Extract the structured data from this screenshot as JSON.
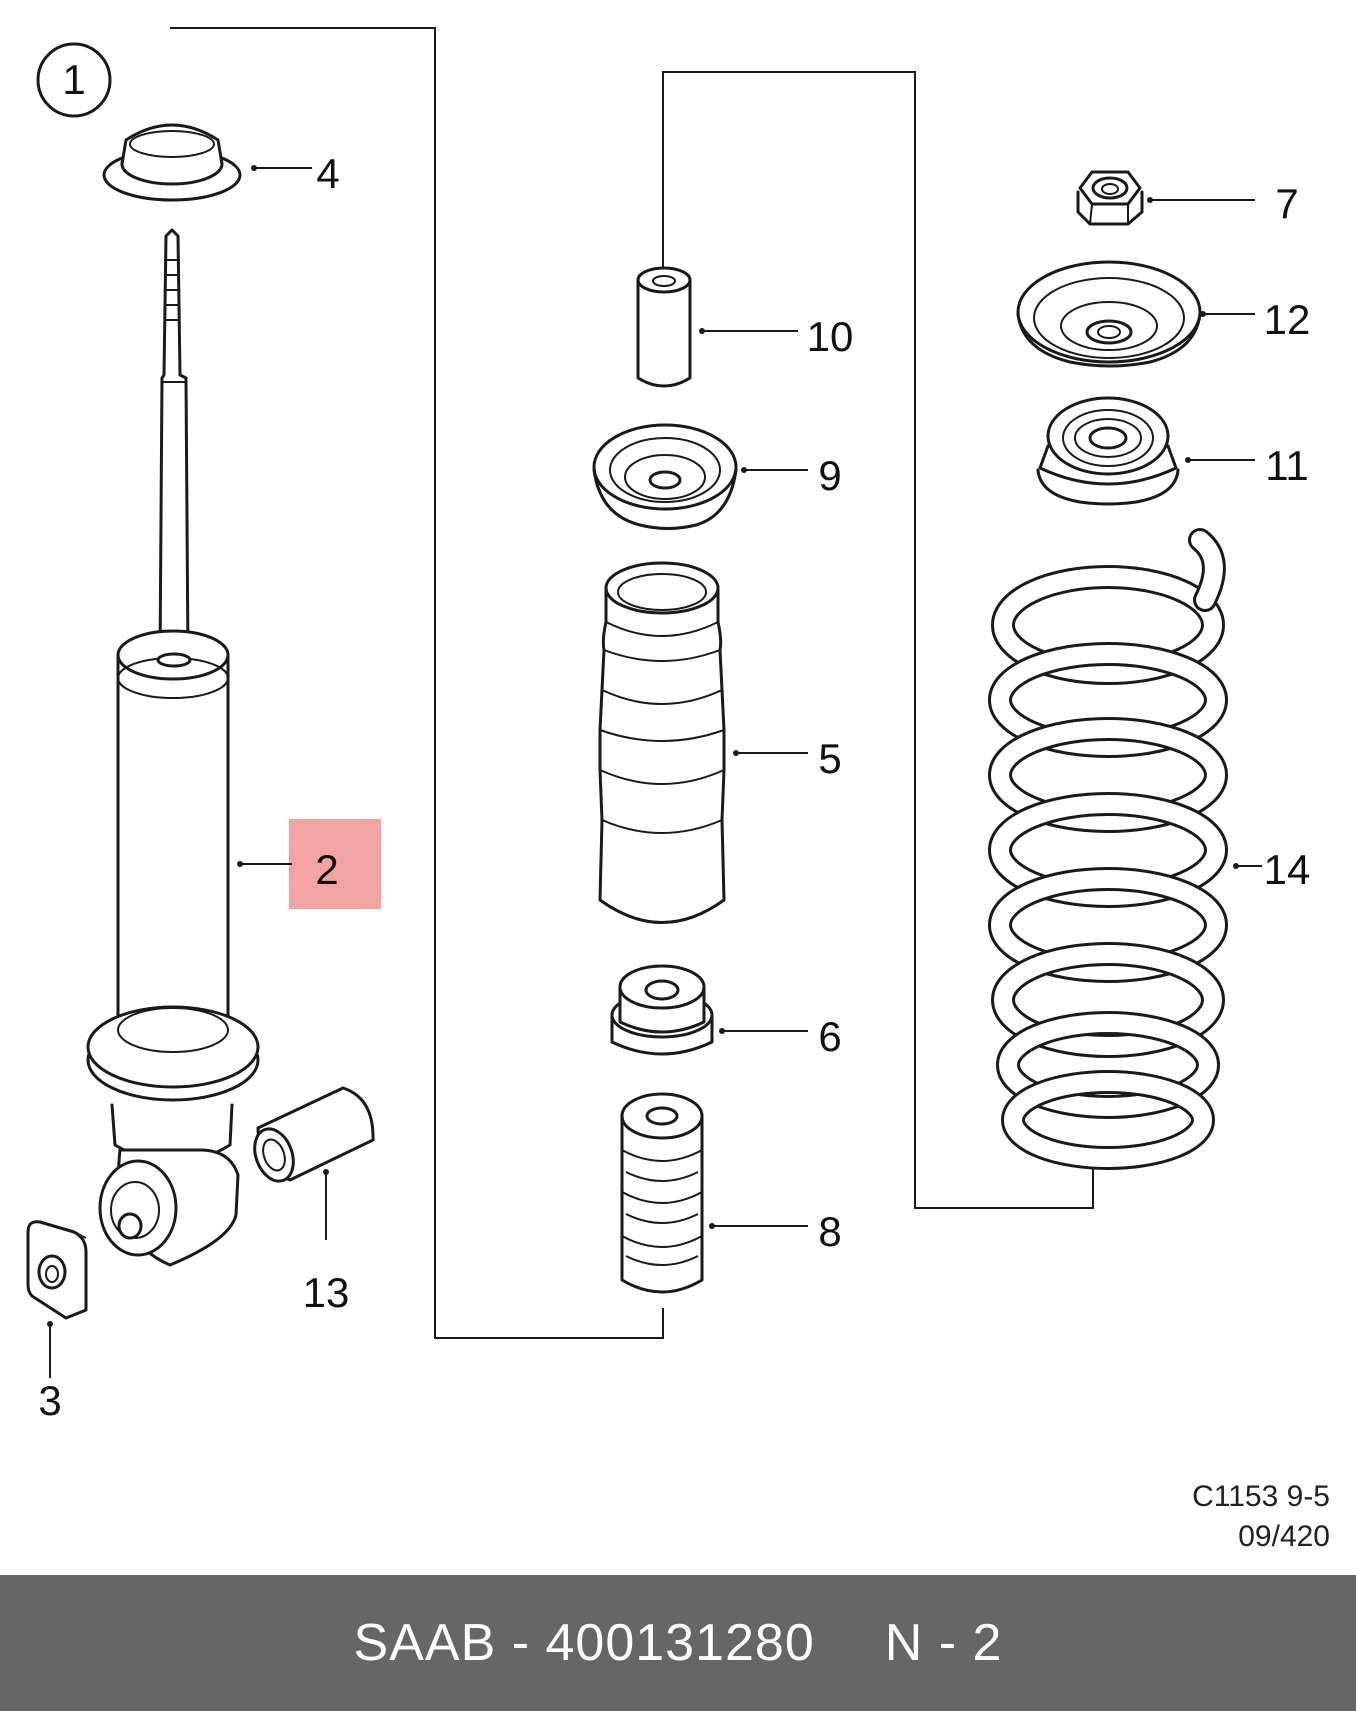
{
  "diagram": {
    "callouts": {
      "c1": "1",
      "c2": "2",
      "c3": "3",
      "c4": "4",
      "c5": "5",
      "c6": "6",
      "c7": "7",
      "c8": "8",
      "c9": "9",
      "c10": "10",
      "c11": "11",
      "c12": "12",
      "c13": "13",
      "c14": "14"
    },
    "highlight_color": "#f4a3a3",
    "highlighted_part": "2"
  },
  "drawing_code": {
    "line1": "C1153 9-5",
    "line2": "09/420"
  },
  "footer": {
    "part_ref": "SAAB - 400131280",
    "sheet": "N - 2"
  }
}
